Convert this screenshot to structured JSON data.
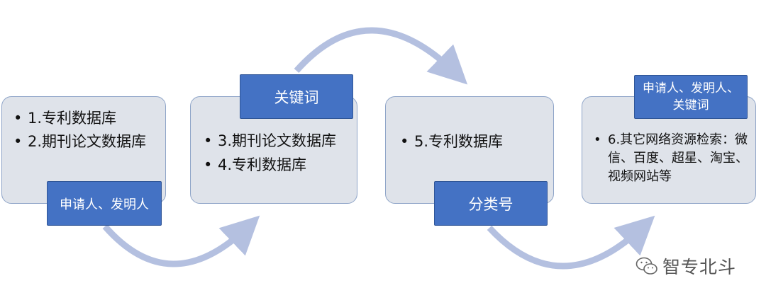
{
  "boxes": [
    {
      "items": [
        "1.专利数据库",
        "2.期刊论文数据库"
      ]
    },
    {
      "items": [
        "3.期刊论文数据库",
        "4.专利数据库"
      ]
    },
    {
      "items": [
        "5.专利数据库"
      ]
    },
    {
      "items": [
        "6.其它网络资源检索：微信、百度、超星、淘宝、视频网站等"
      ]
    }
  ],
  "tags": {
    "tag1": "申请人、发明人",
    "tag2": "关键词",
    "tag3": "分类号",
    "tag4_line1": "申请人、发明人、",
    "tag4_line2": "关键词"
  },
  "watermark": {
    "text": "智专北斗",
    "icon": "wechat-icon"
  },
  "colors": {
    "box_fill": "#dfe3ea",
    "box_border": "#8ea4c8",
    "tag_fill": "#4472c4",
    "arrow": "#b4c0e0"
  }
}
